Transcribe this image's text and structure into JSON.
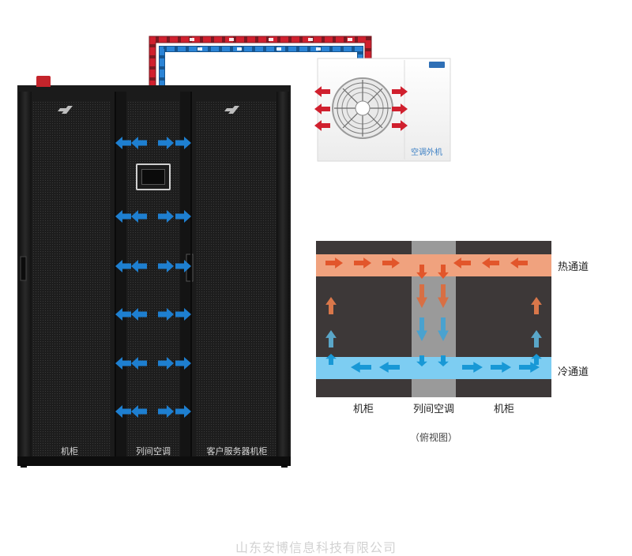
{
  "labels": {
    "rack_left": "机柜",
    "rack_center": "列间空调",
    "rack_right": "客户服务器机柜",
    "outdoor_unit": "空调外机",
    "hot_aisle": "热通道",
    "cold_aisle": "冷通道",
    "plan_left": "机柜",
    "plan_center": "列间空调",
    "plan_right": "机柜",
    "caption": "（俯视图）",
    "watermark": "山东安博信息科技有限公司"
  },
  "colors": {
    "hot_pipe": "#d0202e",
    "cold_pipe": "#1f73c4",
    "rack_body": "#262626",
    "hot_aisle": "#f0a27e",
    "cold_aisle": "#7dcdf2",
    "hot_arrow": "#e2562b",
    "cold_arrow": "#1898d6",
    "plan_background": "#3d3838",
    "plan_center_column": "#9a9a9a"
  },
  "icons": [
    "rack-brand-logo-icon",
    "fan-icon",
    "airflow-arrow-icon",
    "display-panel",
    "alarm-light",
    "brand-badge"
  ]
}
